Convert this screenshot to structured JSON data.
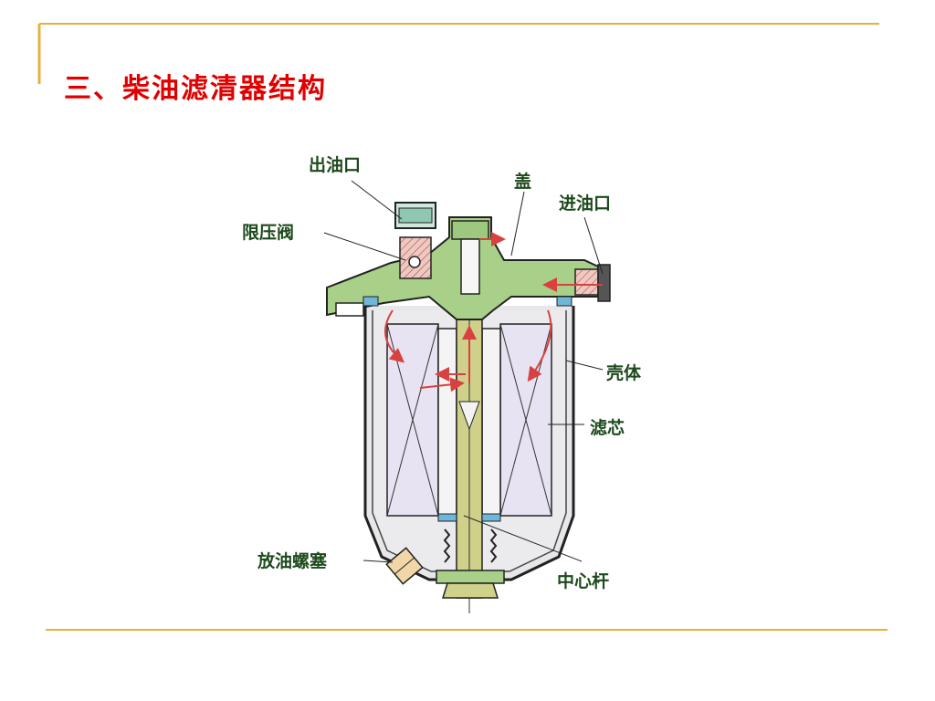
{
  "slide": {
    "title": "三、柴油滤清器结构",
    "accent_color": "#e00000",
    "rule_color": "#e8b03c"
  },
  "diagram": {
    "labels": {
      "outlet": "出油口",
      "cover": "盖",
      "inlet": "进油口",
      "relief_valve": "限压阀",
      "housing": "壳体",
      "filter_element": "滤芯",
      "drain_plug": "放油螺塞",
      "center_rod": "中心杆"
    }
  }
}
